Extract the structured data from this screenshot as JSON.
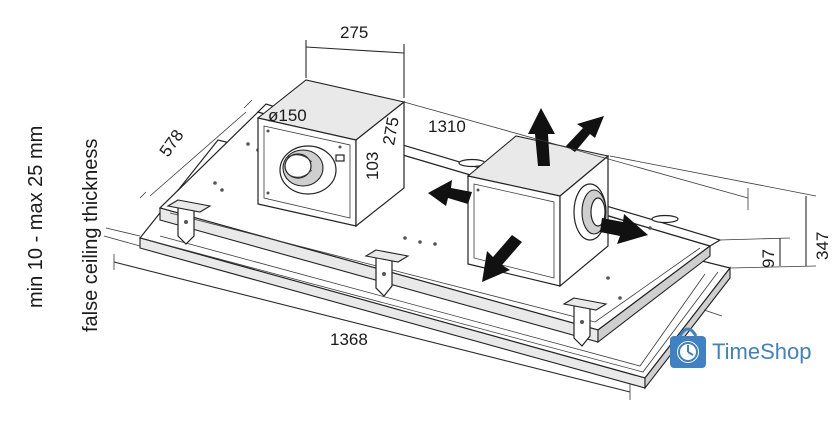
{
  "vertical_labels": {
    "range": "min 10 - max 25 mm",
    "description": "false ceiling thickness"
  },
  "dimensions": {
    "motor_width": "275",
    "motor_height": "275",
    "duct_diameter": "ø150",
    "spigot_height": "103",
    "depth": "578",
    "panel_width": "1310",
    "overall_width": "1368",
    "frame_height": "97",
    "total_height": "347"
  },
  "logo": {
    "text": "TimeShop",
    "color": "#3f82c4",
    "icon": "shopping-bag-clock-icon"
  }
}
